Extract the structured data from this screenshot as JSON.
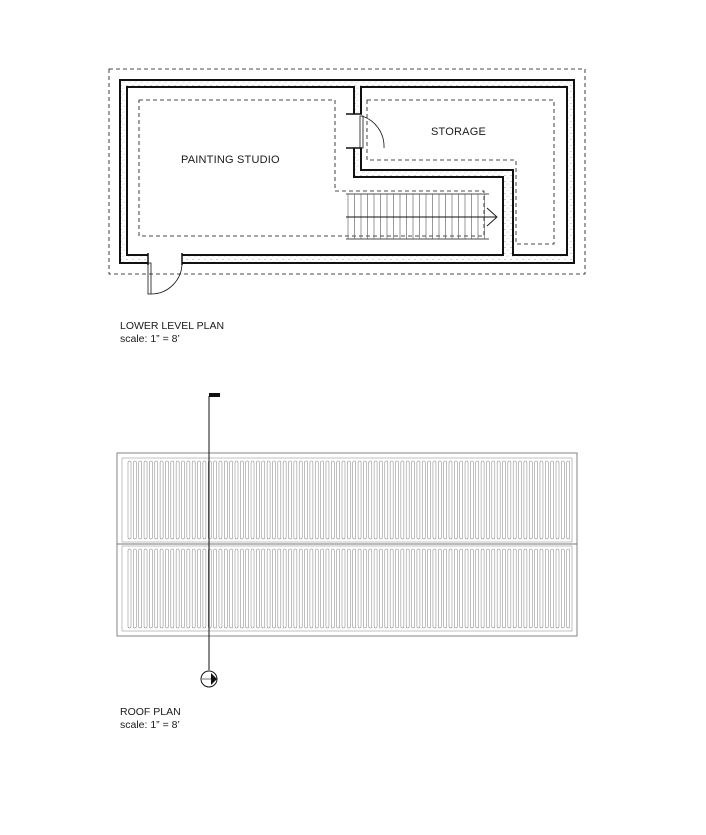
{
  "lower_level": {
    "rooms": {
      "painting_studio": "PAINTING STUDIO",
      "storage": "STORAGE"
    },
    "caption": {
      "title": "LOWER LEVEL PLAN",
      "scale": "scale: 1” = 8’"
    }
  },
  "roof": {
    "caption": {
      "title": "ROOF PLAN",
      "scale": "scale: 1” = 8’"
    }
  }
}
